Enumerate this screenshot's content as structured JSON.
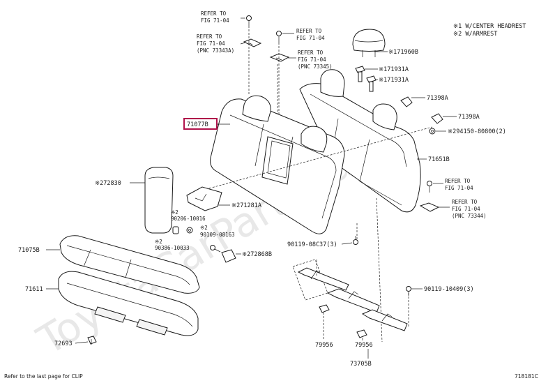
{
  "legend": {
    "line1": "※1 W/CENTER HEADREST",
    "line2": "※2 W/ARMREST"
  },
  "labels": {
    "refer_a": [
      "REFER TO",
      "FIG 71-04"
    ],
    "refer_b": [
      "REFER TO",
      "FIG 71-04",
      "(PNC 73343A)"
    ],
    "refer_c": [
      "REFER TO",
      "FIG 71-04"
    ],
    "refer_d": [
      "REFER TO",
      "FIG 71-04",
      "(PNC 73345)"
    ],
    "refer_e": [
      "REFER TO",
      "FIG 71-04"
    ],
    "refer_f": [
      "REFER TO",
      "FIG 71-04",
      "(PNC 73344)"
    ],
    "p71960b": "※171960B",
    "p71931a_1": "※171931A",
    "p71931a_2": "※171931A",
    "p71398a_1": "71398A",
    "p71398a_2": "71398A",
    "p90150": "※294150-80800(2)",
    "p71651b": "71651B",
    "p71077b": "71077B",
    "p72830": "※272830",
    "p71281a": "※271281A",
    "p90206_mark": "※2",
    "p90206": "90206-10016",
    "p90109_mark": "※2",
    "p90109": "90109-08163",
    "p90386_mark": "※2",
    "p90386": "90386-10033",
    "p72868b": "※272868B",
    "p90119a": "90119-08C37(3)",
    "p90119b": "90119-10409(3)",
    "p71075b": "71075B",
    "p71611": "71611",
    "p72693": "72693",
    "p79956a": "79956",
    "p79956b": "79956",
    "p73705b": "73705B"
  },
  "footer": {
    "note": "Refer to the last page for CLIP",
    "code": "718181C"
  },
  "watermark": "ToyotaCarParts.ru"
}
